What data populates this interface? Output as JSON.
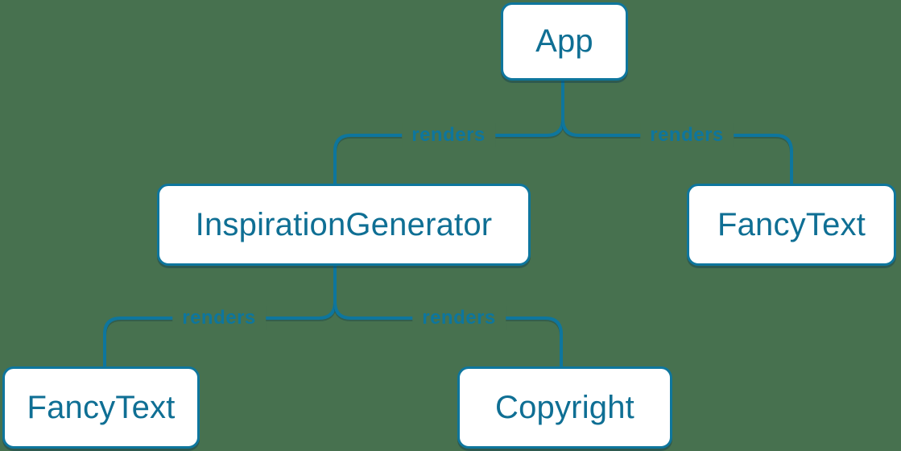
{
  "diagram": {
    "type": "component-render-tree",
    "background_color": "#47714F",
    "accent_color": "#0E769D",
    "node_fill_color": "#FFFFFF",
    "node_text_color": "#0F6F94",
    "nodes": [
      {
        "id": "app",
        "label": "App"
      },
      {
        "id": "inspiration-generator",
        "label": "InspirationGenerator"
      },
      {
        "id": "fancy-text-top",
        "label": "FancyText"
      },
      {
        "id": "fancy-text-bottom",
        "label": "FancyText"
      },
      {
        "id": "copyright",
        "label": "Copyright"
      }
    ],
    "edges": [
      {
        "from": "App",
        "to": "InspirationGenerator",
        "label": "renders"
      },
      {
        "from": "App",
        "to": "FancyText",
        "label": "renders"
      },
      {
        "from": "InspirationGenerator",
        "to": "FancyText",
        "label": "renders"
      },
      {
        "from": "InspirationGenerator",
        "to": "Copyright",
        "label": "renders"
      }
    ]
  }
}
